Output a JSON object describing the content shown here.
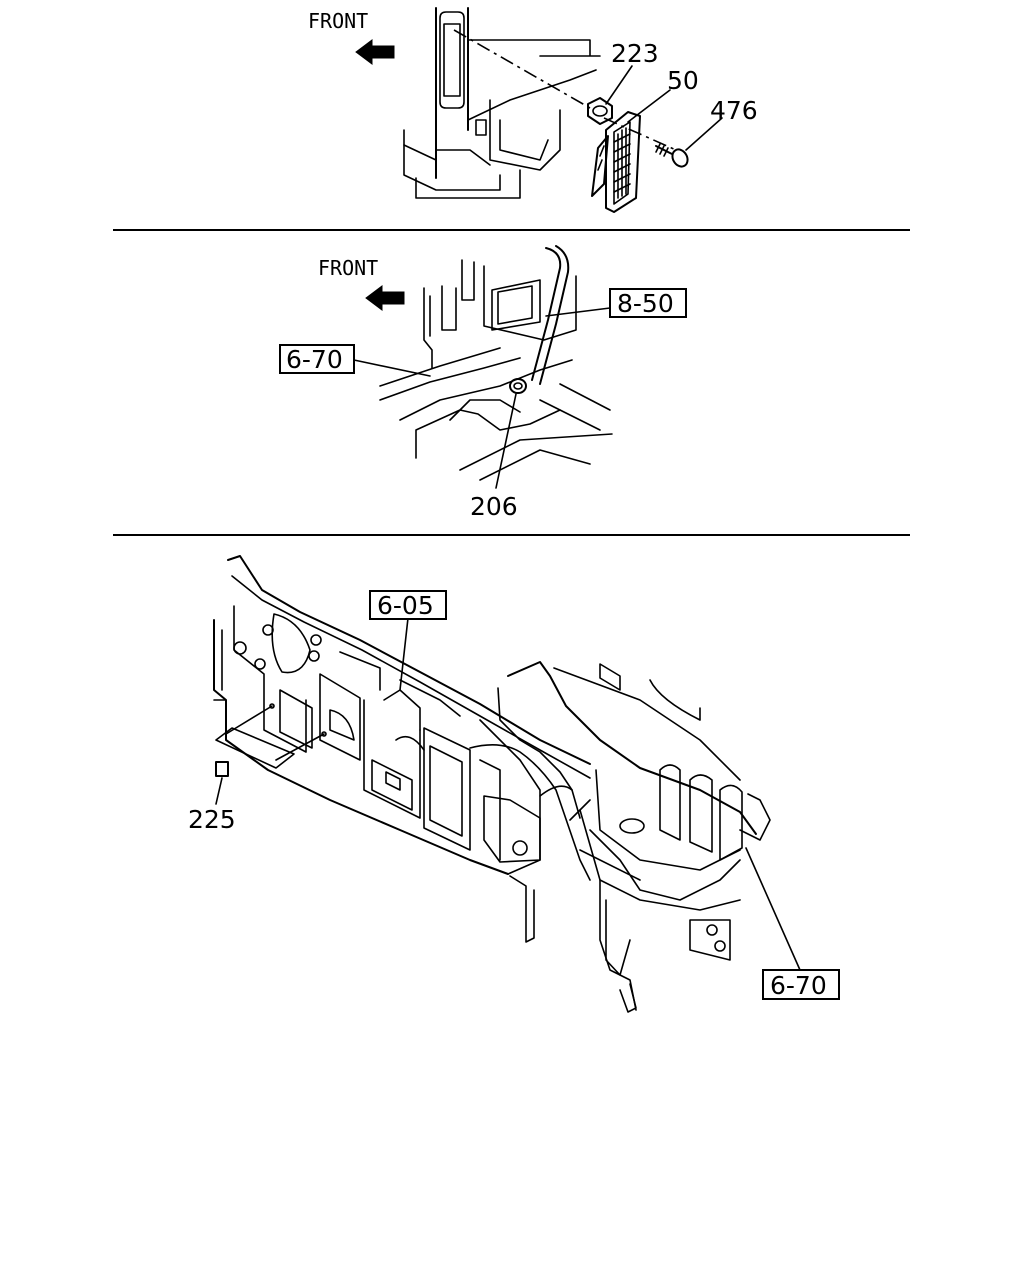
{
  "panel_top": {
    "front_label": "FRONT",
    "callouts": {
      "grommet": "223",
      "grille": "50",
      "screw": "476"
    }
  },
  "panel_middle": {
    "front_label": "FRONT",
    "callouts": {
      "pipe_ref": "8-50",
      "frame_ref": "6-70",
      "grommet": "206"
    }
  },
  "panel_bottom": {
    "callouts": {
      "dash_panel_ref": "6-05",
      "pad": "225",
      "frame_ref": "6-70"
    }
  }
}
